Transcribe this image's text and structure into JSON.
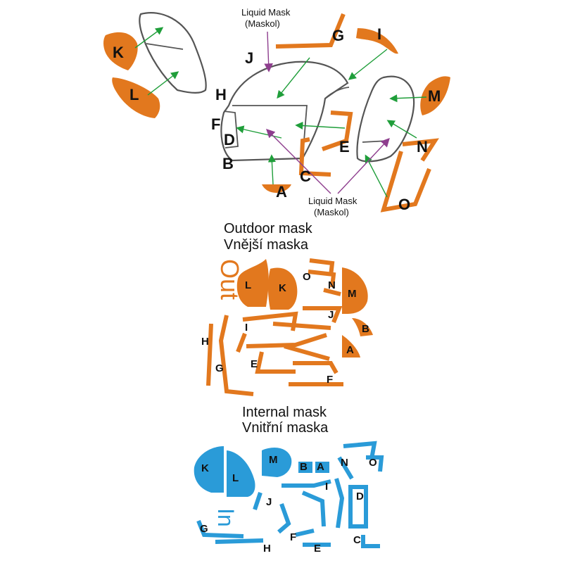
{
  "colors": {
    "outdoor": "#E2781E",
    "internal": "#2A9BD8",
    "arrow_green": "#1F9E3A",
    "arrow_purple": "#8E3E8E",
    "outline": "#555555"
  },
  "assembly": {
    "liquid_mask_top": [
      "Liquid Mask",
      "(Maskol)"
    ],
    "liquid_mask_bottom": [
      "Liquid Mask",
      "(Maskol)"
    ],
    "parts": {
      "K": "K",
      "L": "L",
      "J": "J",
      "G": "G",
      "I": "I",
      "H": "H",
      "M": "M",
      "F": "F",
      "D": "D",
      "E": "E",
      "N": "N",
      "B": "B",
      "C": "C",
      "A": "A",
      "O": "O"
    }
  },
  "outdoor_mask": {
    "title": [
      "Outdoor mask",
      "Vnější maska"
    ],
    "side_label": "Out",
    "parts": {
      "L": "L",
      "K": "K",
      "O": "O",
      "N": "N",
      "M": "M",
      "J": "J",
      "B": "B",
      "I": "I",
      "H": "H",
      "A": "A",
      "E": "E",
      "G": "G",
      "F": "F"
    }
  },
  "internal_mask": {
    "title": [
      "Internal mask",
      "Vnitřní maska"
    ],
    "side_label": "In",
    "parts": {
      "K": "K",
      "L": "L",
      "M": "M",
      "B": "B",
      "A": "A",
      "N": "N",
      "O": "O",
      "I": "I",
      "J": "J",
      "D": "D",
      "G": "G",
      "F": "F",
      "H": "H",
      "E": "E",
      "C": "C"
    }
  }
}
